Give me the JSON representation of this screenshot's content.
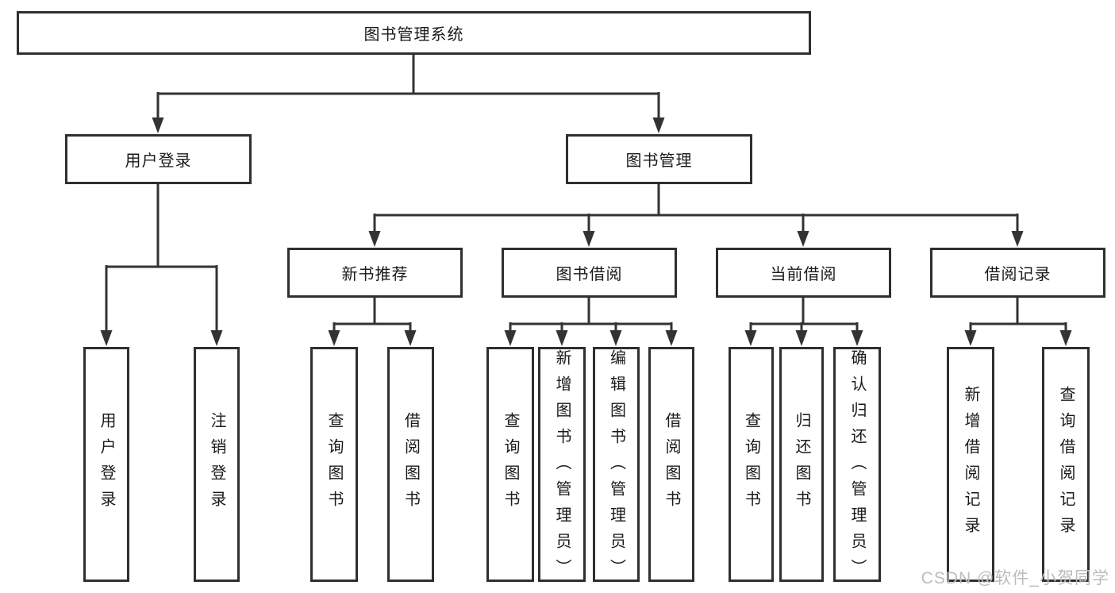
{
  "colors": {
    "line": "#333333",
    "box_border": "#2f2f2f",
    "text": "#1a1a1a",
    "watermark": "#bcbcbc",
    "background": "#ffffff"
  },
  "diagram": {
    "type": "hierarchy-tree",
    "root": {
      "label": "图书管理系统"
    },
    "nodes": {
      "user_login": {
        "label": "用户登录"
      },
      "book_mgmt": {
        "label": "图书管理"
      },
      "new_book_rec": {
        "label": "新书推荐"
      },
      "book_borrow": {
        "label": "图书借阅"
      },
      "current_borrow": {
        "label": "当前借阅"
      },
      "borrow_records": {
        "label": "借阅记录"
      },
      "leaf_user_login": {
        "label": "用户登录"
      },
      "leaf_logout": {
        "label": "注销登录"
      },
      "leaf_query_book_1": {
        "label": "查询图书"
      },
      "leaf_borrow_book_1": {
        "label": "借阅图书"
      },
      "leaf_query_book_2": {
        "label": "查询图书"
      },
      "leaf_add_book": {
        "label": "新增图书（管理员）"
      },
      "leaf_edit_book": {
        "label": "编辑图书（管理员）"
      },
      "leaf_borrow_book_2": {
        "label": "借阅图书"
      },
      "leaf_query_book_3": {
        "label": "查询图书"
      },
      "leaf_return_book": {
        "label": "归还图书"
      },
      "leaf_confirm_return": {
        "label": "确认归还（管理员）"
      },
      "leaf_add_record": {
        "label": "新增借阅记录"
      },
      "leaf_query_record": {
        "label": "查询借阅记录"
      }
    }
  },
  "watermark": {
    "text": "CSDN @软件_小贺同学"
  }
}
